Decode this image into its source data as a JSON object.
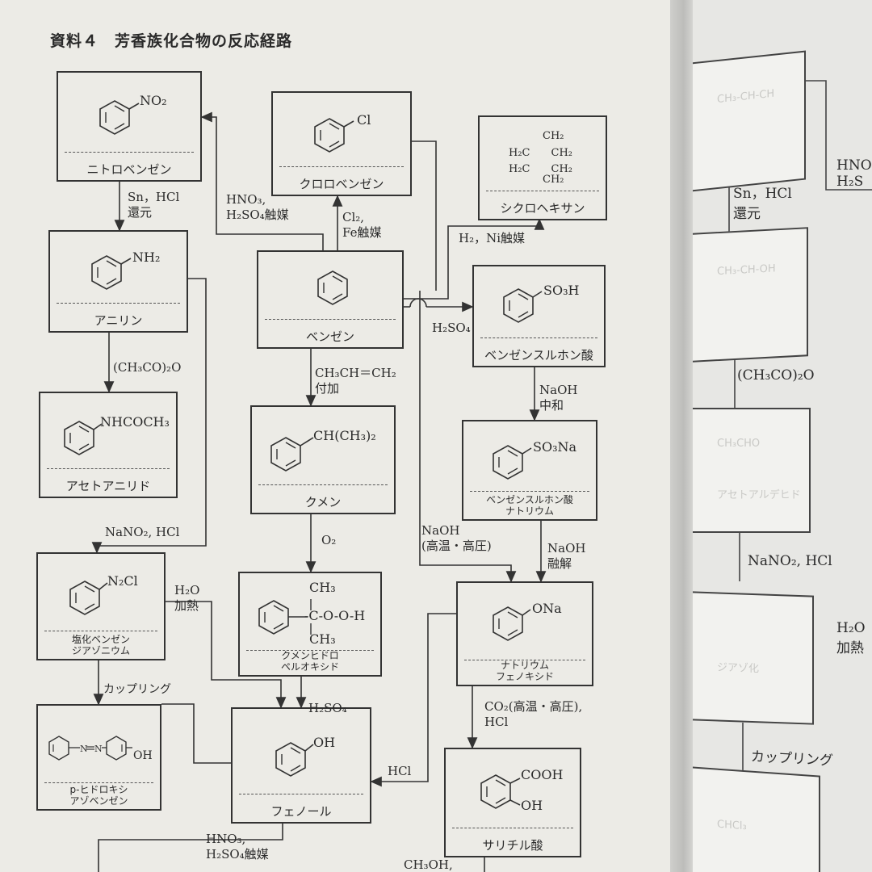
{
  "title": "資料４　芳香族化合物の反応経路",
  "compounds": {
    "nitrobenzene": {
      "formula": "NO₂",
      "name": "ニトロベンゼン"
    },
    "chlorobenzene": {
      "formula": "Cl",
      "name": "クロロベンゼン"
    },
    "cyclohexane": {
      "formula_rows": [
        "CH₂",
        "H₂C　　CH₂",
        "H₂C　　CH₂",
        "CH₂"
      ],
      "name": "シクロヘキサン"
    },
    "aniline": {
      "formula": "NH₂",
      "name": "アニリン"
    },
    "benzene": {
      "name": "ベンゼン"
    },
    "benzenesulfonic_acid": {
      "formula": "SO₃H",
      "name": "ベンゼンスルホン酸"
    },
    "acetanilide": {
      "formula": "NHCOCH₃",
      "name": "アセトアニリド"
    },
    "cumene": {
      "formula": "CH(CH₃)₂",
      "name": "クメン"
    },
    "sodium_benzenesulfonate": {
      "formula": "SO₃Na",
      "name_lines": [
        "ベンゼンスルホン酸",
        "ナトリウム"
      ]
    },
    "benzenediazonium_chloride": {
      "formula": "N₂Cl",
      "name_lines": [
        "塩化ベンゼン",
        "ジアゾニウム"
      ]
    },
    "cumene_hydroperoxide": {
      "formula_top": "CH₃",
      "formula_mid": "-C-O-O-H",
      "formula_bot": "CH₃",
      "name_lines": [
        "クメンヒドロ",
        "ペルオキシド"
      ]
    },
    "sodium_phenoxide": {
      "formula": "ONa",
      "name_lines": [
        "ナトリウム",
        "フェノキシド"
      ]
    },
    "hydroxyazobenzene": {
      "formula": "OH",
      "name_lines": [
        "p-ヒドロキシ",
        "アゾベンゼン"
      ]
    },
    "phenol": {
      "formula": "OH",
      "name": "フェノール"
    },
    "salicylic_acid": {
      "formula_top": "COOH",
      "formula_bot": "OH",
      "name": "サリチル酸"
    }
  },
  "reactions": {
    "reduction": [
      "Sn，HCl",
      "還元"
    ],
    "nitration": [
      "HNO₃,",
      "H₂SO₄触媒"
    ],
    "chlorination": [
      "Cl₂,",
      "Fe触媒"
    ],
    "hydrogenation": "H₂，Ni触媒",
    "sulfonation": "H₂SO₄",
    "acetylation": "(CH₃CO)₂O",
    "propene_addition": [
      "CH₃CH＝CH₂",
      "付加"
    ],
    "neutralization": [
      "NaOH",
      "中和"
    ],
    "diazotization": "NaNO₂, HCl",
    "oxidation": "O₂",
    "naoh_high": [
      "NaOH",
      "(高温・高圧)"
    ],
    "naoh_fusion": [
      "NaOH",
      "融解"
    ],
    "hydrolysis": [
      "H₂O",
      "加熱"
    ],
    "coupling": "カップリング",
    "acid_cleavage": "H₂SO₄",
    "kolbe": [
      "CO₂(高温・高圧),",
      "HCl"
    ],
    "hcl": "HCl",
    "nitration_bottom": [
      "HNO₃,",
      "H₂SO₄触媒"
    ],
    "methanol": "CH₃OH,"
  },
  "right_page": {
    "labels": {
      "reduction": [
        "Sn，HCl",
        "還元"
      ],
      "acetylation": "(CH₃CO)₂O",
      "diazotization": "NaNO₂, HCl",
      "hydrolysis": [
        "H₂O",
        "加熱"
      ],
      "coupling": "カップリング",
      "nitration": [
        "HNO",
        "H₂S"
      ]
    },
    "faded_texts": [
      "CH₃-CH-CH",
      "CH₃-CH-OH",
      "CH₃CHO",
      "アセトアルデヒド",
      "ジアゾ化",
      "CHCl₃"
    ]
  }
}
